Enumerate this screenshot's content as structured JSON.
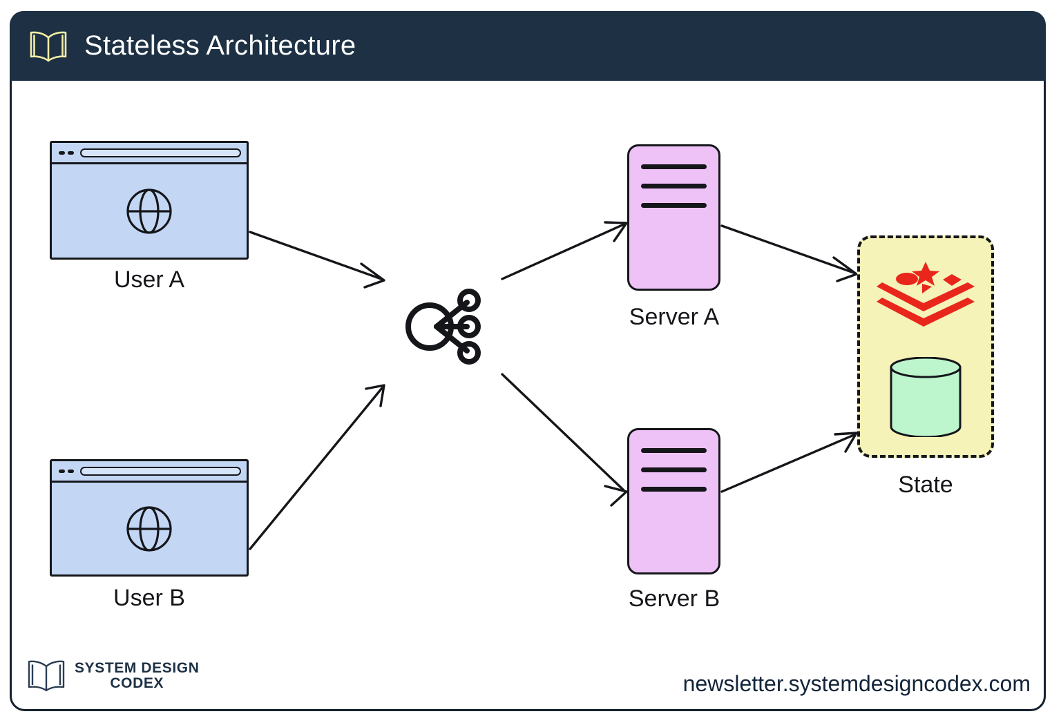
{
  "header": {
    "title": "Stateless Architecture",
    "icon": "open-book-icon",
    "background_color": "#1d3044",
    "title_color": "#ffffff",
    "icon_color": "#f3efa6"
  },
  "diagram": {
    "type": "architecture-diagram",
    "nodes": [
      {
        "id": "user-a",
        "label": "User A",
        "kind": "browser-window",
        "icon": "globe-icon",
        "fill": "#c3d7f5",
        "stroke": "#15161a"
      },
      {
        "id": "user-b",
        "label": "User B",
        "kind": "browser-window",
        "icon": "globe-icon",
        "fill": "#c3d7f5",
        "stroke": "#15161a"
      },
      {
        "id": "load-balancer",
        "label": "",
        "kind": "load-balancer",
        "icon": "load-balancer-icon",
        "fill": "none",
        "stroke": "#15161a"
      },
      {
        "id": "server-a",
        "label": "Server A",
        "kind": "server",
        "fill": "#eec2f7",
        "stroke": "#15161a",
        "lines": 3
      },
      {
        "id": "server-b",
        "label": "Server B",
        "kind": "server",
        "fill": "#eec2f7",
        "stroke": "#15161a",
        "lines": 3
      },
      {
        "id": "state",
        "label": "State",
        "kind": "state-store",
        "fill": "#f5f3b8",
        "stroke": "#15161a",
        "border_style": "dashed",
        "contents": [
          "redis-logo",
          "database-cylinder"
        ]
      }
    ],
    "edges": [
      {
        "from": "user-a",
        "to": "load-balancer"
      },
      {
        "from": "user-b",
        "to": "load-balancer"
      },
      {
        "from": "load-balancer",
        "to": "server-a"
      },
      {
        "from": "load-balancer",
        "to": "server-b"
      },
      {
        "from": "server-a",
        "to": "state"
      },
      {
        "from": "server-b",
        "to": "state"
      }
    ],
    "redis_color": "#e8261c",
    "database_color": "#bdf5cd"
  },
  "footer": {
    "brand_line_1": "SYSTEM DESIGN",
    "brand_line_2": "CODEX",
    "brand_icon": "open-book-icon",
    "url": "newsletter.systemdesigncodex.com",
    "text_color": "#1d3044"
  }
}
